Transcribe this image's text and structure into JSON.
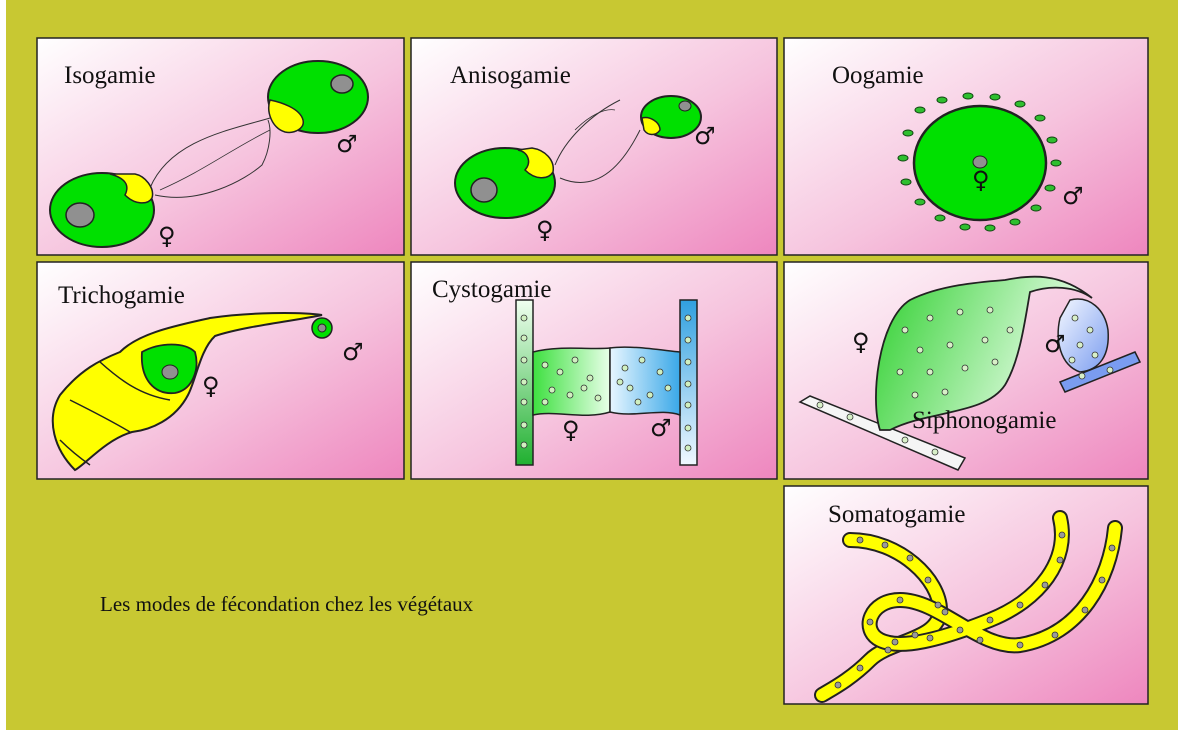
{
  "colors": {
    "background": "#c8c832",
    "panel_gradient_light": "#ffffff",
    "panel_gradient_pink": "#f08cc0",
    "cell_green": "#00e000",
    "cell_yellow": "#ffff00",
    "nucleus_gray": "#909090"
  },
  "caption": "Les modes de fécondation chez les végétaux",
  "symbols": {
    "female": "♀",
    "male": "♂"
  },
  "panels": [
    {
      "id": "isogamie",
      "label": "Isogamie"
    },
    {
      "id": "anisogamie",
      "label": "Anisogamie"
    },
    {
      "id": "oogamie",
      "label": "Oogamie"
    },
    {
      "id": "trichogamie",
      "label": "Trichogamie"
    },
    {
      "id": "cystogamie",
      "label": "Cystogamie"
    },
    {
      "id": "siphonogamie",
      "label": "Siphonogamie"
    },
    {
      "id": "somatogamie",
      "label": "Somatogamie"
    }
  ]
}
